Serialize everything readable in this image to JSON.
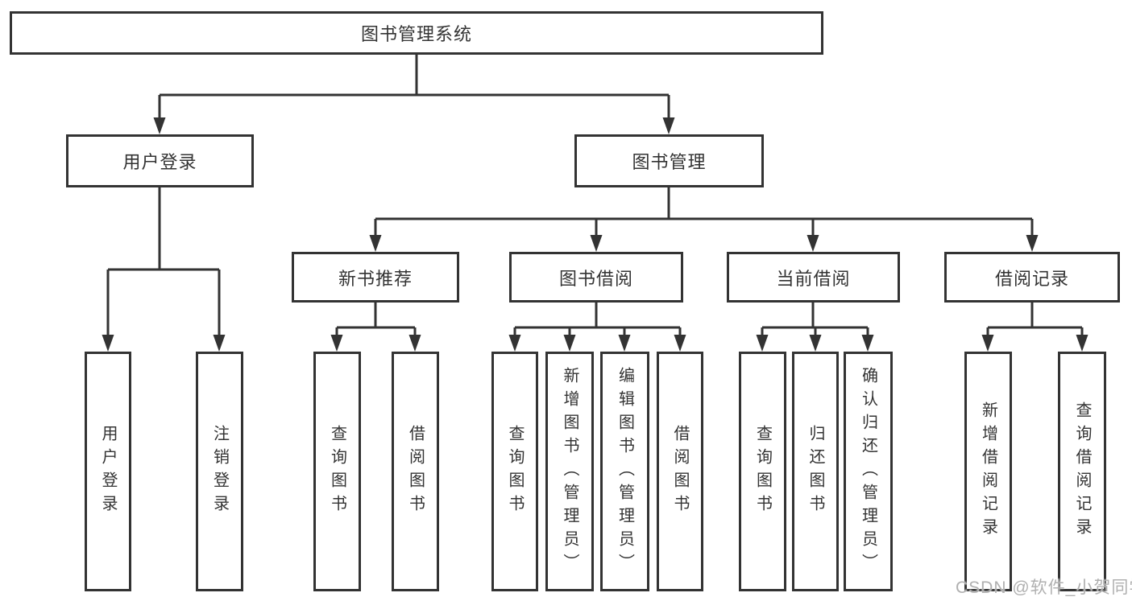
{
  "tree": {
    "root": {
      "label": "图书管理系统"
    },
    "branches": [
      {
        "label": "用户登录",
        "leaves": [
          "用户登录",
          "注销登录"
        ]
      },
      {
        "label": "图书管理",
        "sections": [
          {
            "label": "新书推荐",
            "leaves": [
              "查询图书",
              "借阅图书"
            ]
          },
          {
            "label": "图书借阅",
            "leaves": [
              "查询图书",
              "新增图书（管理员）",
              "编辑图书（管理员）",
              "借阅图书"
            ]
          },
          {
            "label": "当前借阅",
            "leaves": [
              "查询图书",
              "归还图书",
              "确认归还（管理员）"
            ]
          },
          {
            "label": "借阅记录",
            "leaves": [
              "新增借阅记录",
              "查询借阅记录"
            ]
          }
        ]
      }
    ]
  },
  "watermark": {
    "text": "CSDN @软件_小贺同学"
  },
  "colors": {
    "line": "#333333",
    "text": "#333333",
    "box_background": "#ffffff",
    "page_background": "#ffffff",
    "watermark": "#b0b0b0"
  }
}
